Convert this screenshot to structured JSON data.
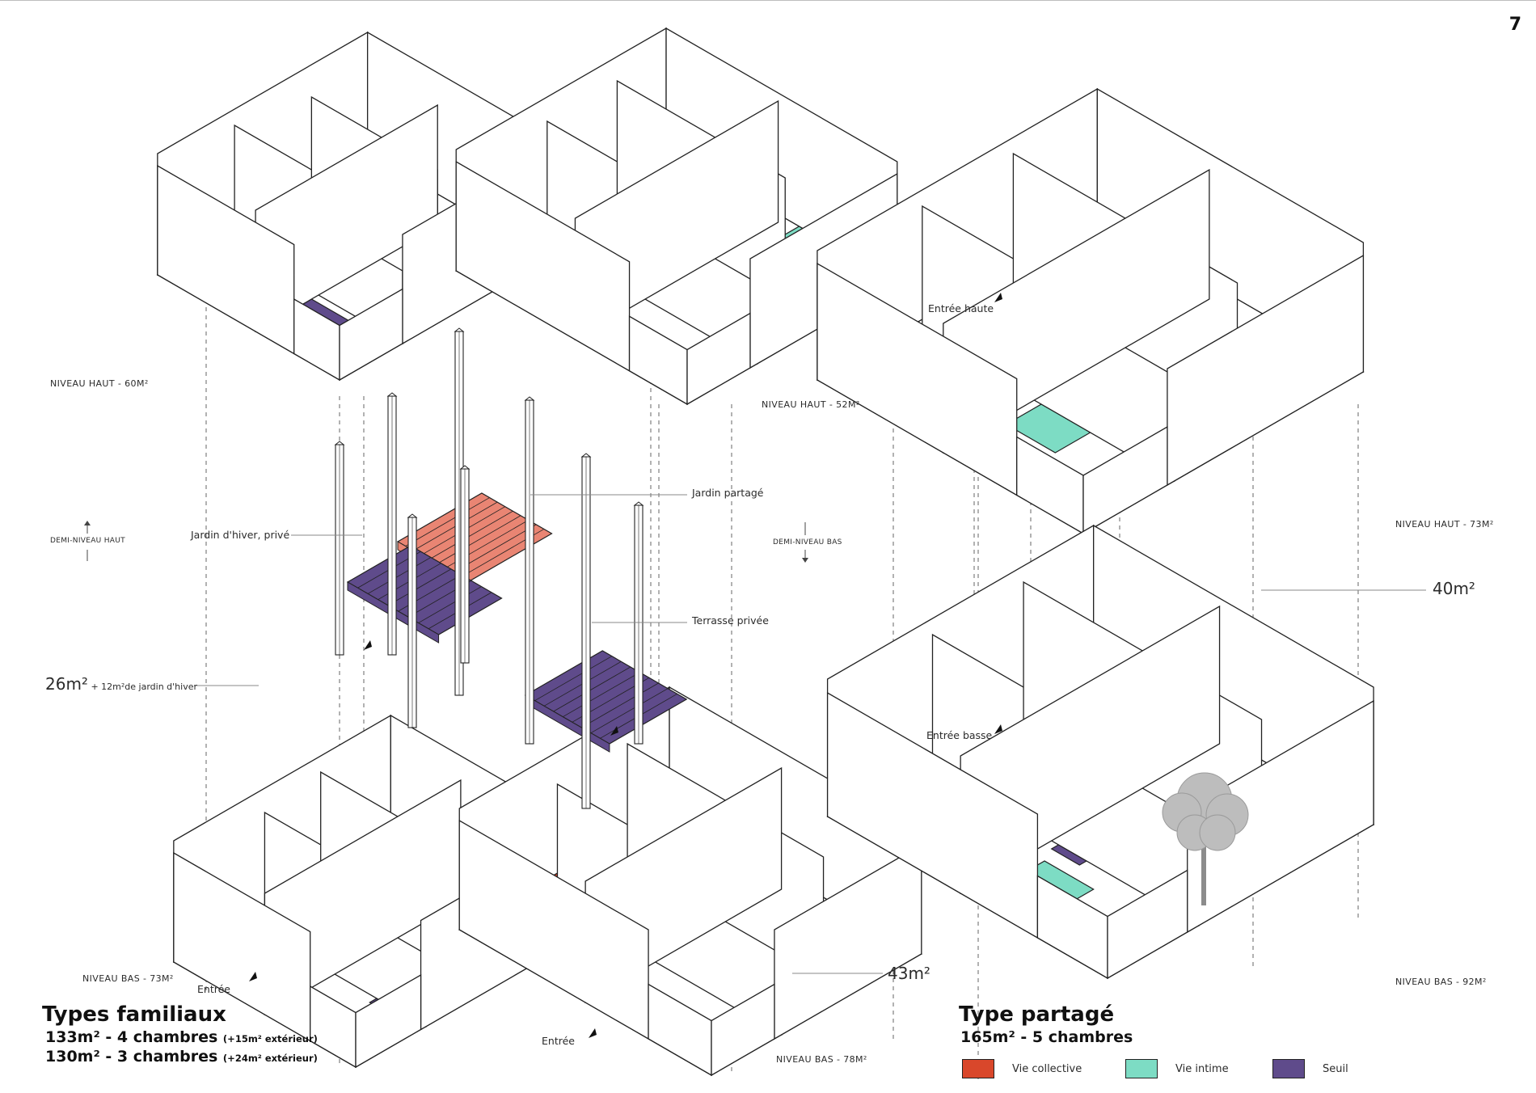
{
  "page_number": "7",
  "colors": {
    "vie_collective": "#d9472b",
    "vie_intime": "#7ddcc4",
    "seuil": "#5f4b8b",
    "jardin_partage": "#e98573",
    "wall_fill": "#ffffff",
    "wall_stroke": "#222222"
  },
  "left": {
    "title": "Types familiaux",
    "line1_main": "133m² - 4 chambres ",
    "line1_note": "(+15m² extérieur)",
    "line2_main": "130m² - 3 chambres ",
    "line2_note": "(+24m² extérieur)",
    "labels": {
      "niveau_haut_1": "NIVEAU HAUT - 60M²",
      "niveau_haut_2": "NIVEAU HAUT - 52M²",
      "niveau_bas_1": "NIVEAU BAS - 73M²",
      "niveau_bas_2": "NIVEAU BAS - 78M²",
      "demi_haut": "DEMI-NIVEAU HAUT",
      "demi_bas": "DEMI-NIVEAU BAS",
      "jardin_hiver": "Jardin d'hiver, privé",
      "jardin_partage": "Jardin partagé",
      "terrasse": "Terrasse privée",
      "area_26_main": "26m²",
      "area_26_note": " + 12m²de jardin d'hiver",
      "area_43": "43m²",
      "entree_1": "Entrée",
      "entree_2": "Entrée"
    }
  },
  "right": {
    "title": "Type partagé",
    "subtitle": "165m² - 5 chambres",
    "labels": {
      "niveau_haut": "NIVEAU HAUT - 73M²",
      "niveau_bas": "NIVEAU BAS - 92M²",
      "entree_haute": "Entrée haute",
      "entree_basse": "Entrée basse",
      "area_40": "40m²"
    }
  },
  "legend": [
    {
      "label": "Vie collective",
      "color": "#d9472b"
    },
    {
      "label": "Vie intime",
      "color": "#7ddcc4"
    },
    {
      "label": "Seuil",
      "color": "#5f4b8b"
    }
  ]
}
